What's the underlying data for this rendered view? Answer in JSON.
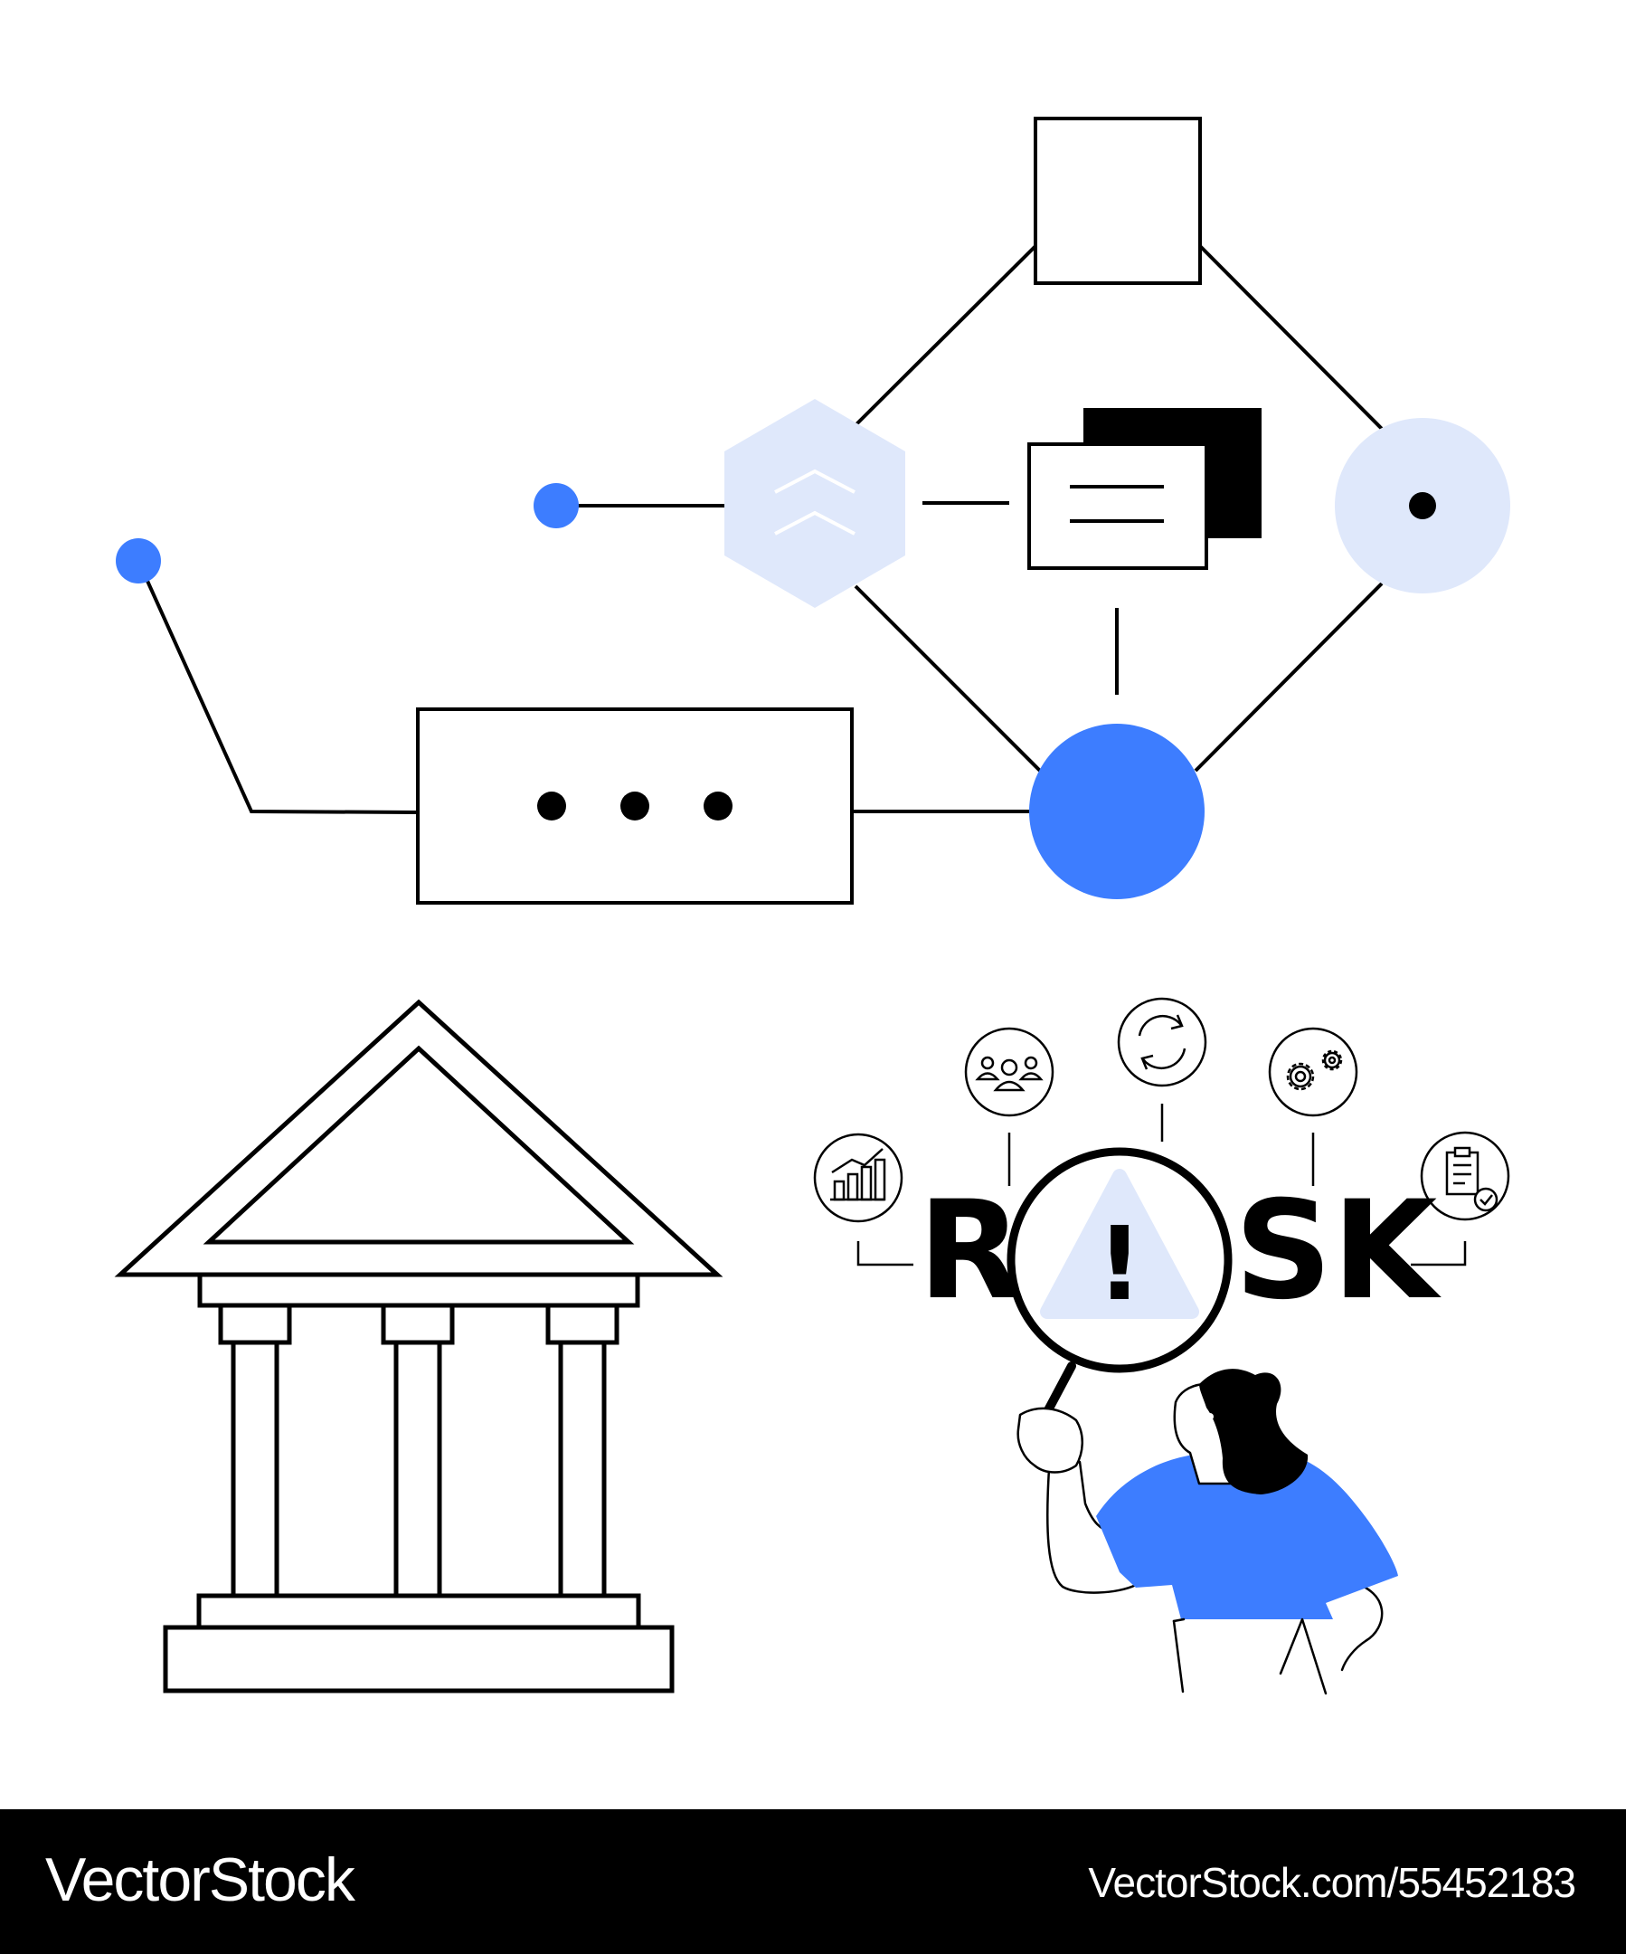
{
  "illustration": {
    "risk": {
      "letter_r": "R",
      "letters_sk": "SK",
      "warning_mark": "!"
    },
    "icons": [
      "bar-chart-icon",
      "people-icon",
      "refresh-icon",
      "gears-icon",
      "clipboard-check-icon",
      "hexagon-chevrons-up-icon",
      "document-stack-icon",
      "more-dots-icon",
      "bank-building-icon",
      "magnifying-glass-icon"
    ]
  },
  "footer": {
    "brand": "VectorStock",
    "image_id": "VectorStock.com/55452183"
  },
  "colors": {
    "accent_blue": "#3d7dff",
    "light_blue": "#dfe8fb",
    "stroke": "#000000",
    "footer_bg": "#000000"
  }
}
